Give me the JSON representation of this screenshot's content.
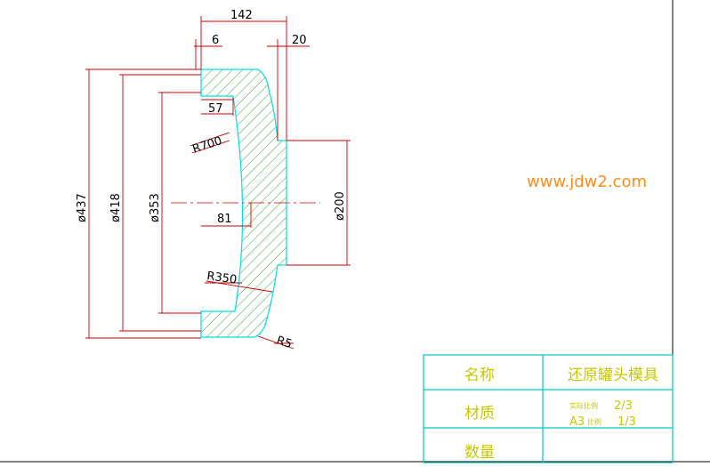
{
  "dimensions": {
    "w142": "142",
    "w6": "6",
    "w20": "20",
    "w57": "57",
    "r700": "R700",
    "w81": "81",
    "r350": "R350",
    "r5": "R5",
    "d437": "ø437",
    "d418": "ø418",
    "d353": "ø353",
    "d200": "ø200"
  },
  "watermark": "www.jdw2.com",
  "title_block": {
    "name_label": "名称",
    "name_value": "还原罐头模具",
    "material_label": "材质",
    "quantity_label": "数量",
    "scale_row1_small": "实际比例",
    "scale_row1_value": "2/3",
    "scale_row2_prefix": "A3",
    "scale_row2_small": "比例",
    "scale_row2_value": "1/3"
  },
  "colors": {
    "dimension_line": "#cc0000",
    "outline": "#00e0e0",
    "hatch": "#33aa33",
    "frame": "#000000",
    "title_block_lines": "#00c8c8",
    "title_block_text": "#c8c800",
    "watermark": "#ff8c1a"
  }
}
